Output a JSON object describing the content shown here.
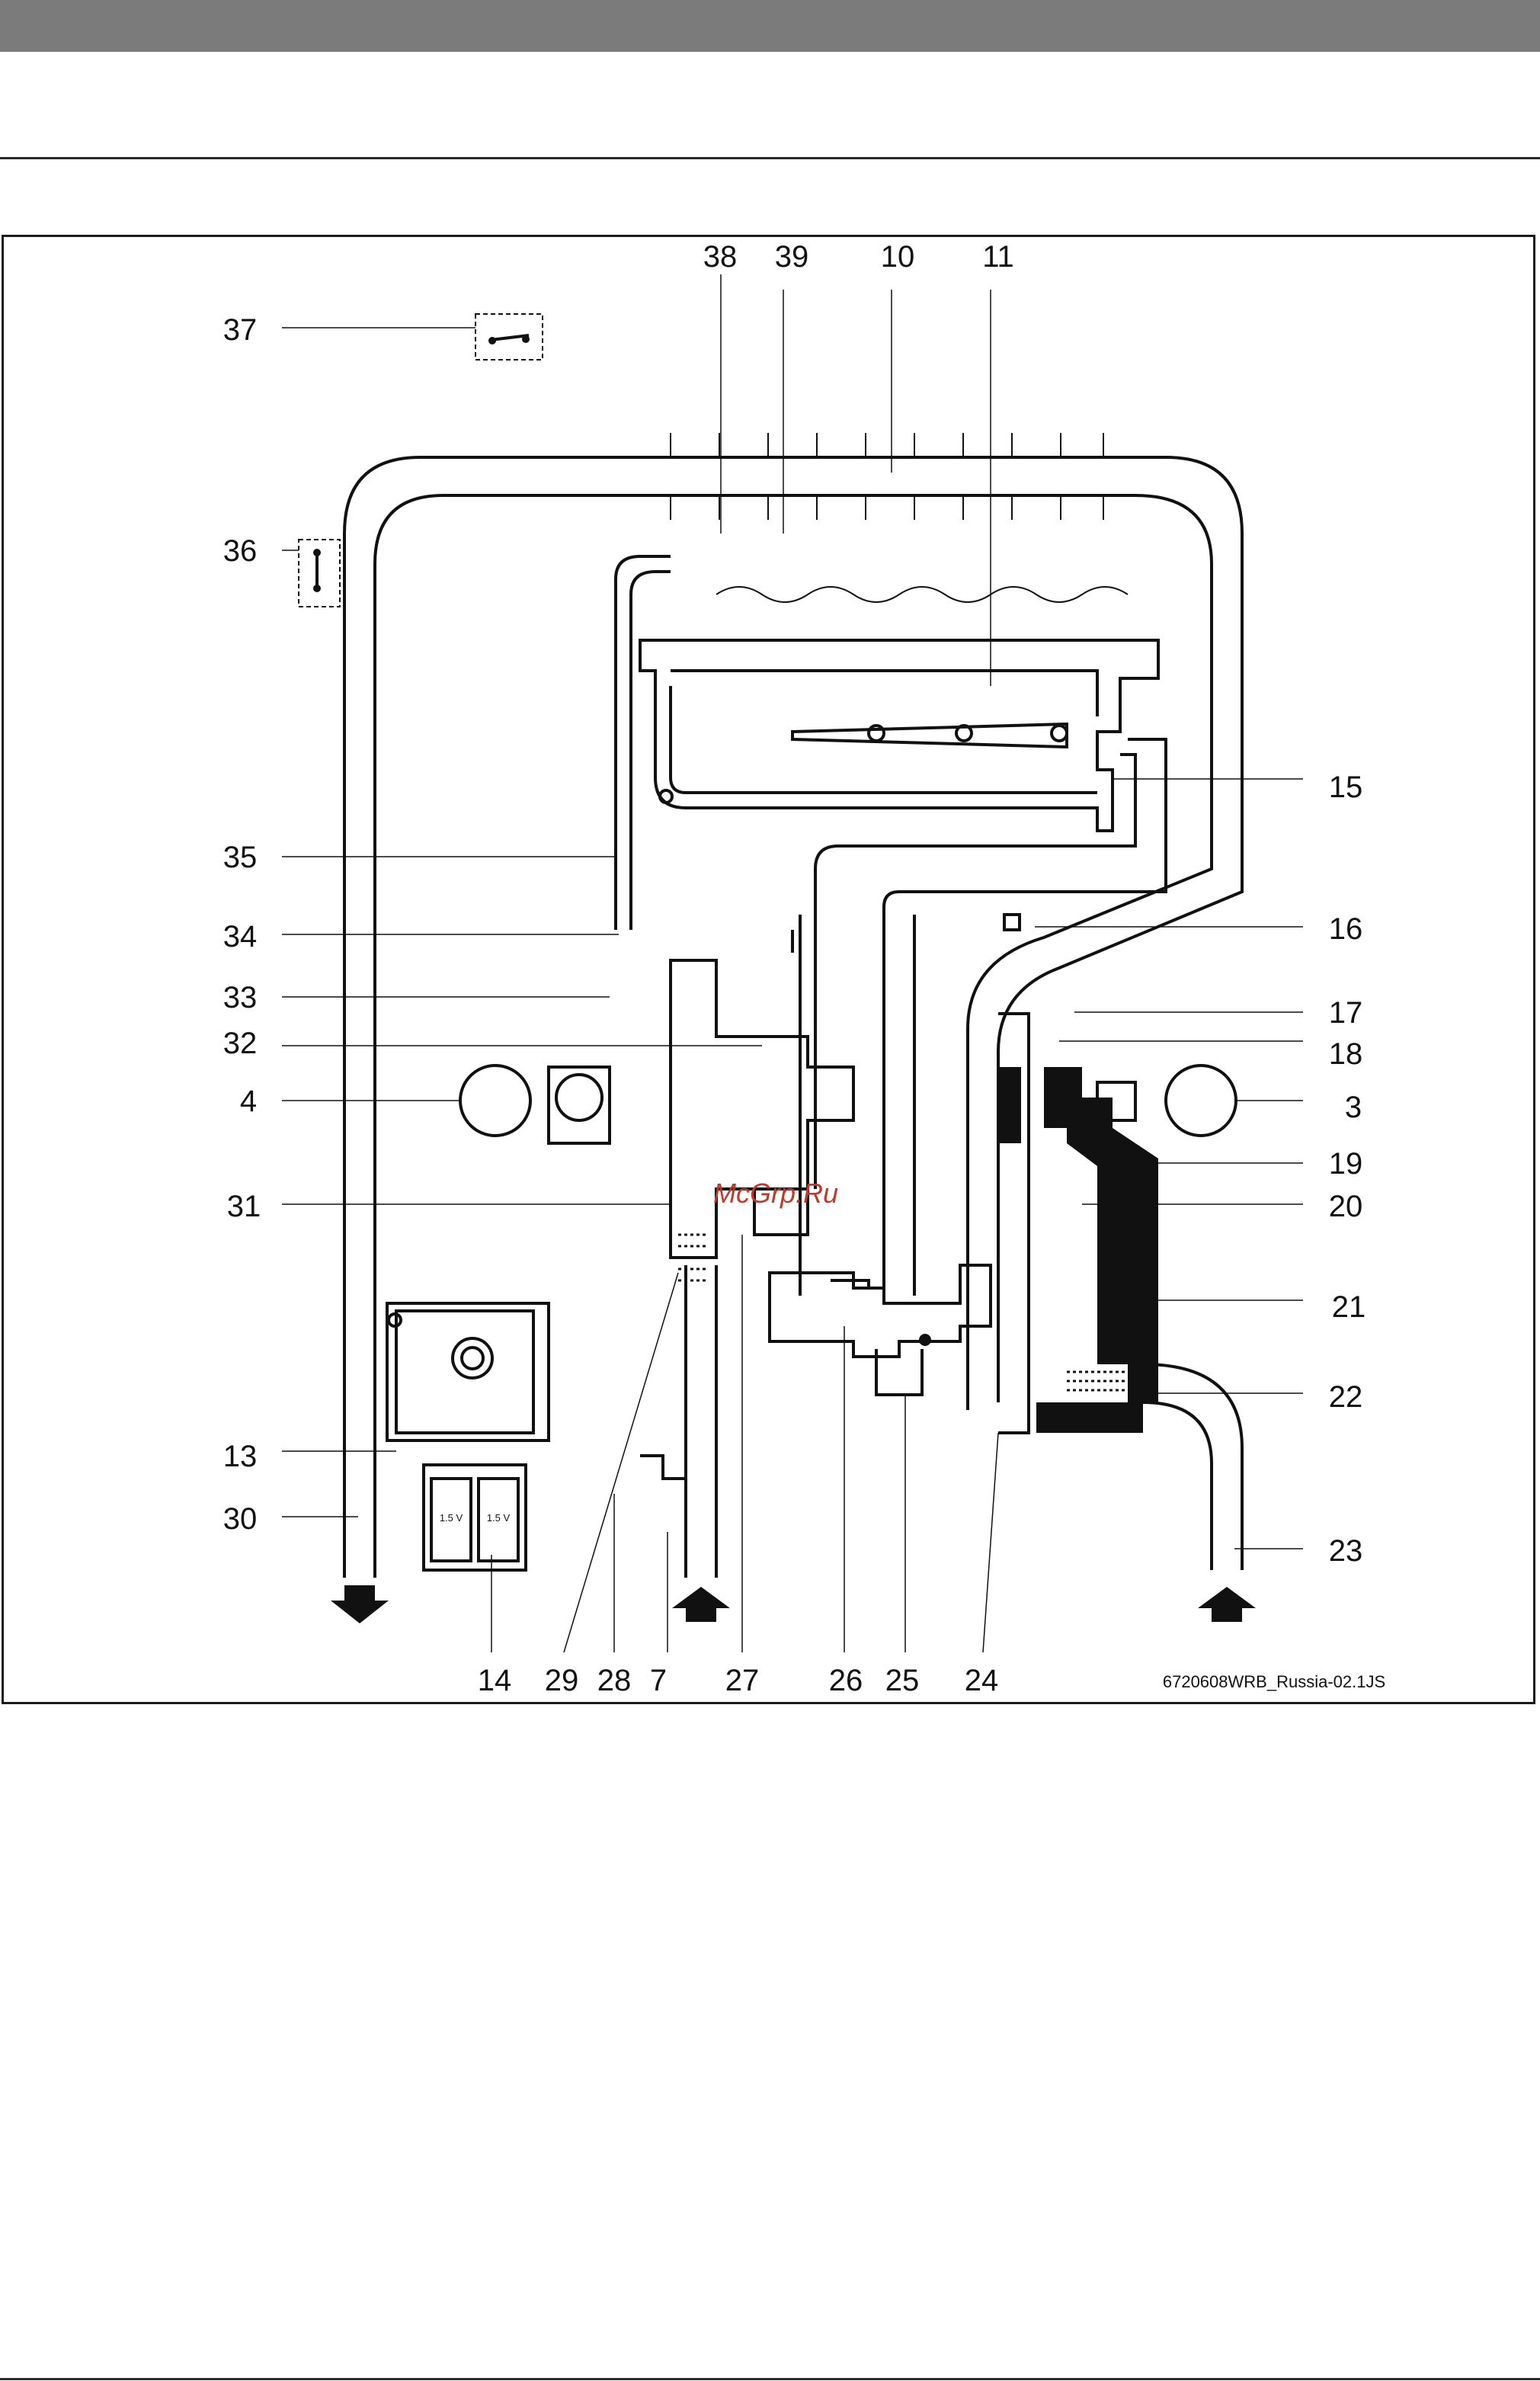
{
  "labels": {
    "l38": "38",
    "l39": "39",
    "l10": "10",
    "l11": "11",
    "l37": "37",
    "l36": "36",
    "l15": "15",
    "l35": "35",
    "l16": "16",
    "l34": "34",
    "l33": "33",
    "l17": "17",
    "l32": "32",
    "l18": "18",
    "l4": "4",
    "l3": "3",
    "l19": "19",
    "l31": "31",
    "l20": "20",
    "l21": "21",
    "l22": "22",
    "l13": "13",
    "l30": "30",
    "l23": "23",
    "b14": "14",
    "b29": "29",
    "b28": "28",
    "b7": "7",
    "b27": "27",
    "b26": "26",
    "b25": "25",
    "b24": "24"
  },
  "battery": {
    "cell_1": "1.5 V",
    "cell_2": "1.5 V"
  },
  "figure_code": "6720608WRB_Russia-02.1JS",
  "watermark": "McGrp.Ru",
  "colors": {
    "header": "#7b7b7b",
    "ink": "#111111",
    "watermark": "#c0392b"
  }
}
